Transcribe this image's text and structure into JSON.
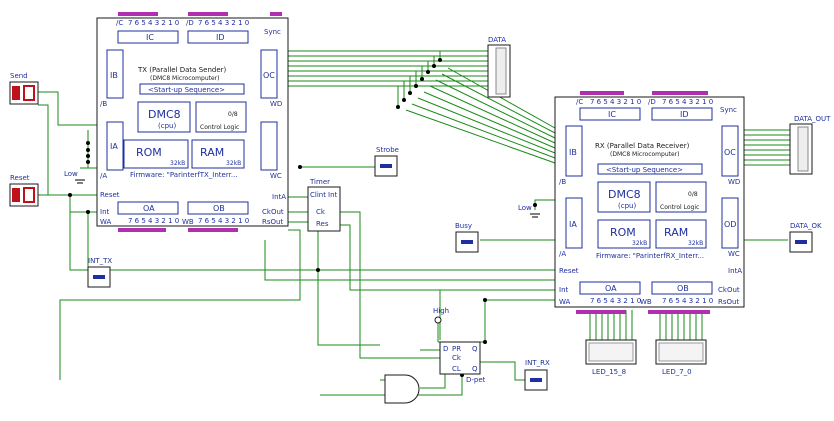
{
  "tx": {
    "title": "TX (Parallel Data Sender)",
    "subtitle": "(DMC8 Microcomputer)",
    "startup": "<Start-up Sequence>",
    "cpu": "DMC8",
    "cpu_sub": "(cpu)",
    "control_logic": "Control Logic",
    "ctrl_value": "0/8",
    "rom": "ROM",
    "rom_size": "32kB",
    "ram": "RAM",
    "ram_size": "32kB",
    "firmware": "Firmware: \"ParinterfTX_Interr...",
    "port_ic": "IC",
    "port_id": "ID",
    "port_ib": "IB",
    "port_ia": "IA",
    "port_oc": "OC",
    "port_oa": "OA",
    "port_ob": "OB",
    "bits": "7 6 5 4 3 2 1 0",
    "pins": {
      "fc": "/C",
      "fd": "/D",
      "sync": "Sync",
      "fb": "/B",
      "fa": "/A",
      "wd": "WD",
      "wc": "WC",
      "reset": "Reset",
      "int": "Int",
      "wa": "WA",
      "wb": "WB",
      "intA": "IntA",
      "ckout": "CkOut",
      "rsout": "RsOut"
    }
  },
  "rx": {
    "title": "RX (Parallel Data Receiver)",
    "subtitle": "(DMC8 Microcomputer)",
    "startup": "<Start-up Sequence>",
    "cpu": "DMC8",
    "cpu_sub": "(cpu)",
    "control_logic": "Control Logic",
    "ctrl_value": "0/8",
    "rom": "ROM",
    "rom_size": "32kB",
    "ram": "RAM",
    "ram_size": "32kB",
    "firmware": "Firmware: \"ParinterfRX_Interr...",
    "port_ic": "IC",
    "port_id": "ID",
    "port_ib": "IB",
    "port_ia": "IA",
    "port_oc": "OC",
    "port_od": "OD",
    "port_oa": "OA",
    "port_ob": "OB",
    "bits": "7 6 5 4 3 2 1 0",
    "pins": {
      "fc": "/C",
      "fd": "/D",
      "sync": "Sync",
      "fb": "/B",
      "fa": "/A",
      "wd": "WD",
      "wc": "WC",
      "reset": "Reset",
      "int": "Int",
      "wa": "WA",
      "wb": "WB",
      "intA": "IntA",
      "ckout": "CkOut",
      "rsout": "RsOut"
    }
  },
  "labels": {
    "send": "Send",
    "reset": "Reset",
    "low_tx": "Low",
    "low_rx": "Low",
    "data": "DATA",
    "strobe": "Strobe",
    "busy": "Busy",
    "int_tx": "INT_TX",
    "int_rx": "INT_RX",
    "data_out": "DATA_OUT",
    "data_ok": "DATA_OK",
    "high": "High",
    "led_15_8": "LED_15_8",
    "led_7_0": "LED_7_0",
    "timer": "Timer",
    "timer_clint": "Clint",
    "timer_int": "Int",
    "timer_ck": "Ck",
    "timer_res": "Res",
    "dff": "D-pet",
    "dff_d": "D",
    "dff_pr": "PR",
    "dff_q": "Q",
    "dff_ck": "Ck",
    "dff_clr": "CL",
    "dff_qn": "Q"
  },
  "colors": {
    "wire": "#1a8a1a",
    "frame": "#1a1a1a",
    "label_blue": "#1f2f9f",
    "pin_purple": "#b02fb0",
    "led_red": "#c0101a"
  }
}
